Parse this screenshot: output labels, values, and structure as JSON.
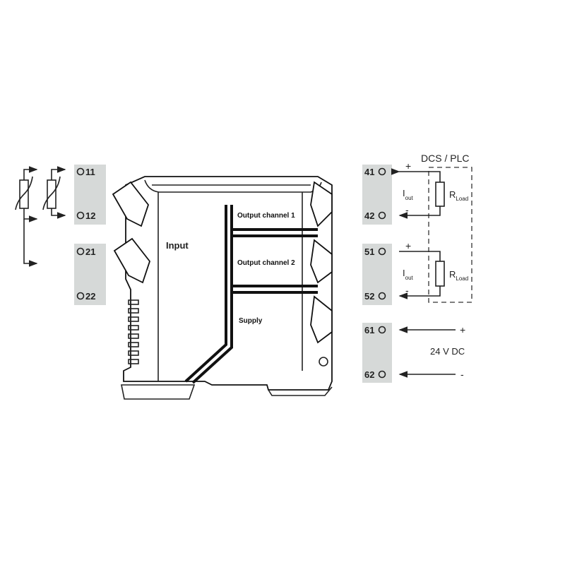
{
  "input_terminals": [
    {
      "label": "11"
    },
    {
      "label": "12"
    },
    {
      "label": "21"
    },
    {
      "label": "22"
    }
  ],
  "output_terminals": [
    {
      "label": "41"
    },
    {
      "label": "42"
    },
    {
      "label": "51"
    },
    {
      "label": "52"
    },
    {
      "label": "61"
    },
    {
      "label": "62"
    }
  ],
  "device": {
    "input_label": "Input",
    "channel1_label": "Output channel 1",
    "channel2_label": "Output channel 2",
    "supply_label": "Supply"
  },
  "load": {
    "system_label": "DCS / PLC",
    "current_label": "I",
    "current_sub": "out",
    "resistor_label": "R",
    "resistor_sub": "Load",
    "plus": "+",
    "minus": "-"
  },
  "supply": {
    "label": "24 V DC",
    "plus": "+",
    "minus": "-"
  },
  "colors": {
    "terminal_bg": "#d6d9d8",
    "line": "#111111"
  }
}
